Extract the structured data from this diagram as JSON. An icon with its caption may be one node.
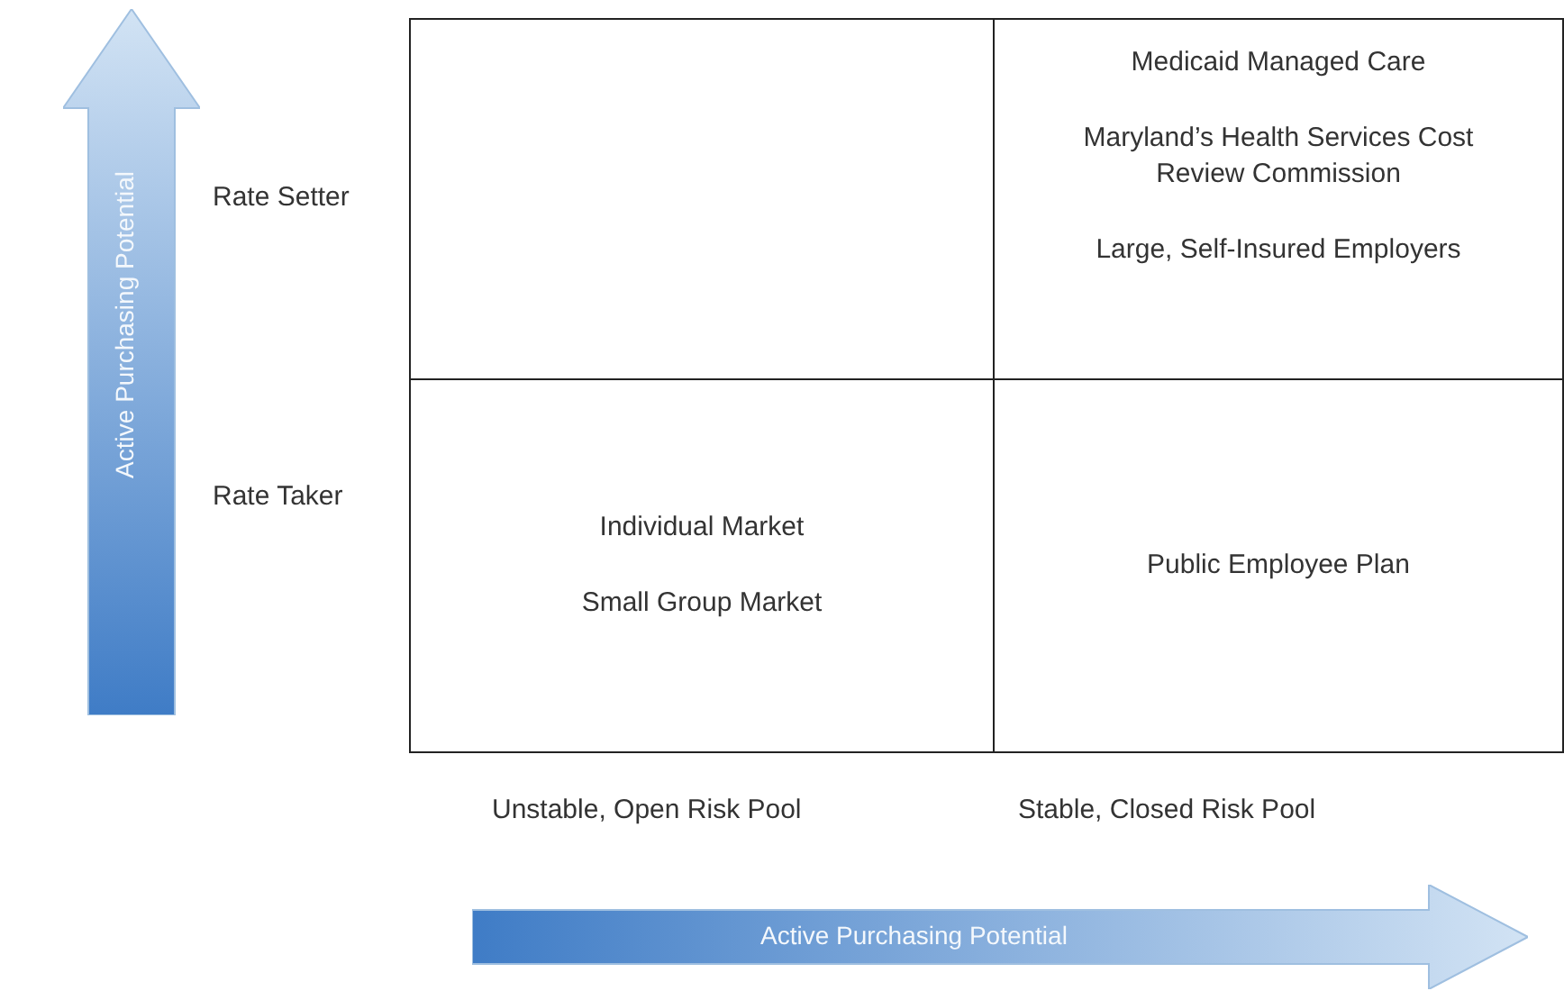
{
  "diagram": {
    "nodes": [
      {
        "text": [
          "Active Purchasing Potential"
        ]
      },
      {
        "text": [],
        "shape": "box"
      },
      {
        "text": [
          "Medicaid Managed Care",
          "Maryland’s Health Services Cost Review Commission",
          "Large, Self-Insured Employers"
        ]
      },
      {
        "text": [
          "Individual Market",
          "Small Group Market"
        ]
      },
      {
        "text": [
          "Public Employee Plan"
        ]
      },
      {
        "text": [
          "Active Purchasing Potential"
        ]
      }
    ],
    "edges": [],
    "labels": [
      "Rate Setter",
      "Rate Taker",
      "Unstable, Open Risk Pool",
      "Stable, Closed Risk Pool"
    ]
  }
}
